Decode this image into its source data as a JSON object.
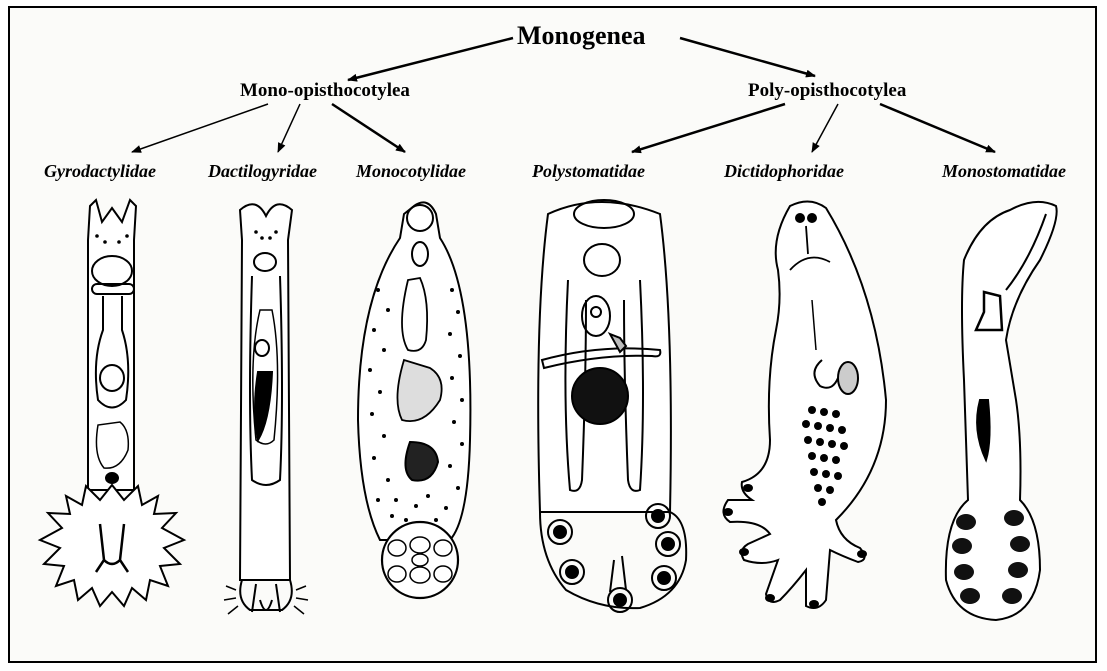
{
  "root": {
    "label": "Monogenea"
  },
  "classes": [
    {
      "label": "Mono-opisthocotylea"
    },
    {
      "label": "Poly-opisthocotylea"
    }
  ],
  "families": [
    {
      "label": "Gyrodactylidae"
    },
    {
      "label": "Dactilogyridae"
    },
    {
      "label": "Monocotylidae"
    },
    {
      "label": "Polystomatidae"
    },
    {
      "label": "Dictidophoridae"
    },
    {
      "label": "Monostomatidae"
    }
  ]
}
